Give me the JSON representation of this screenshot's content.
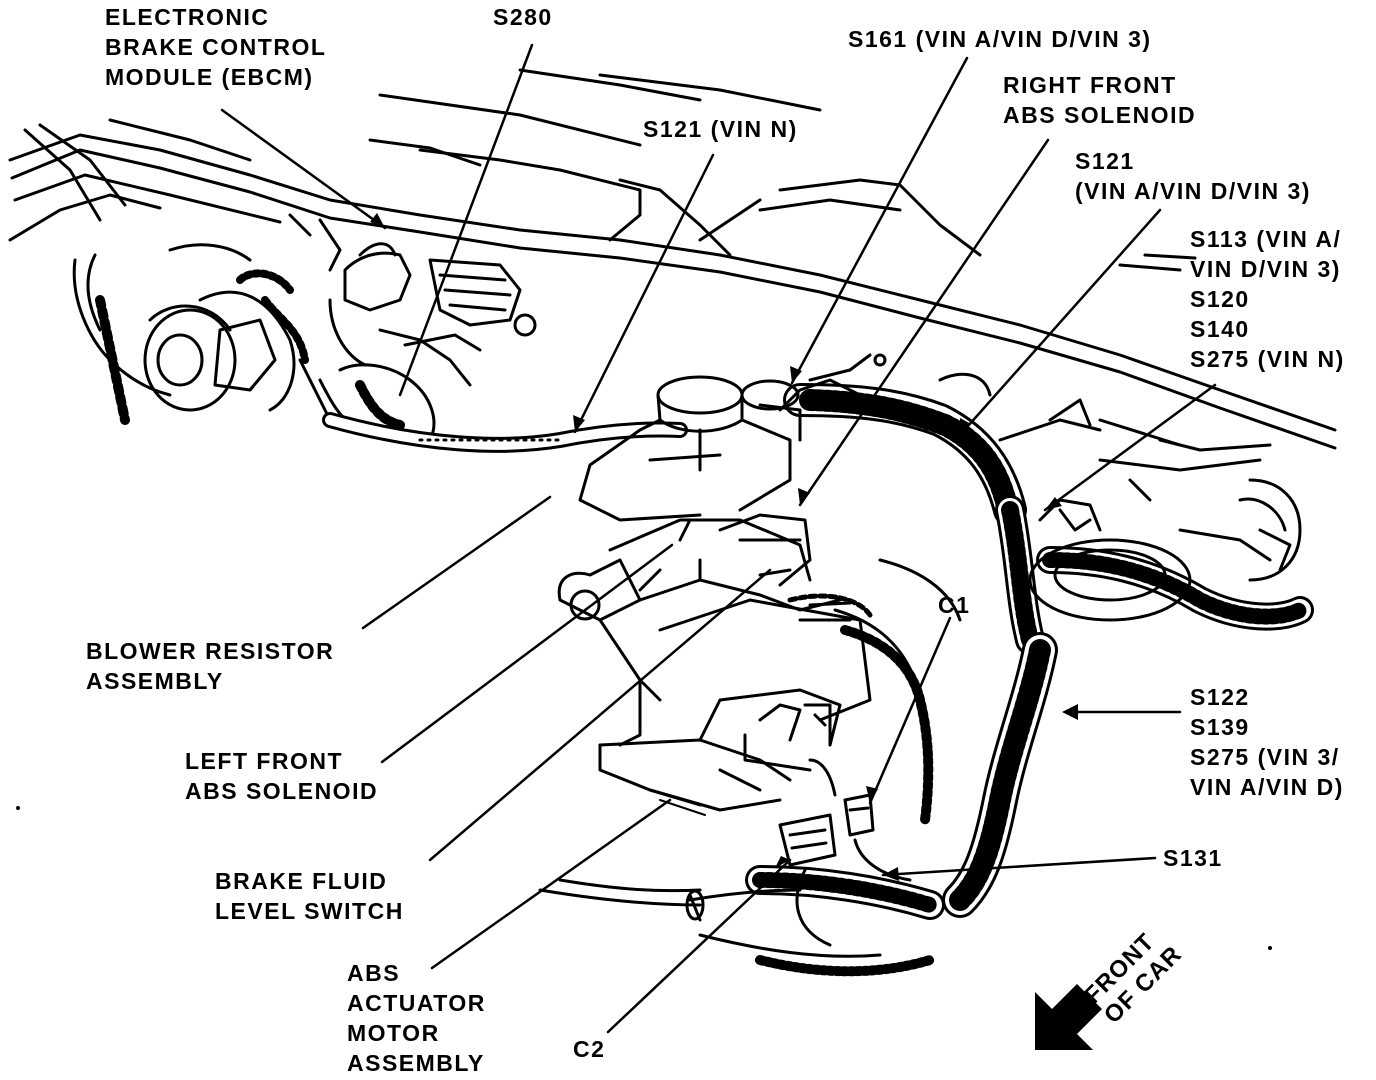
{
  "diagram": {
    "labels": {
      "ebcm": [
        "ELECTRONIC",
        "BRAKE CONTROL",
        "MODULE (EBCM)"
      ],
      "s280": [
        "S280"
      ],
      "s161": [
        "S161 (VIN A/VIN D/VIN 3)"
      ],
      "rf_abs": [
        "RIGHT FRONT",
        "ABS SOLENOID"
      ],
      "s121_vinn": [
        "S121 (VIN N)"
      ],
      "s121_vina": [
        "S121",
        "(VIN A/VIN D/VIN 3)"
      ],
      "s113": [
        "S113 (VIN A/",
        "VIN D/VIN 3)",
        "S120",
        "S140",
        "S275 (VIN N)"
      ],
      "blower": [
        "BLOWER RESISTOR",
        "ASSEMBLY"
      ],
      "lf_abs": [
        "LEFT FRONT",
        "ABS SOLENOID"
      ],
      "c1": [
        "C1"
      ],
      "s122": [
        "S122",
        "S139",
        "S275 (VIN 3/",
        "VIN A/VIN D)"
      ],
      "brake_fluid": [
        "BRAKE FLUID",
        "LEVEL SWITCH"
      ],
      "s131": [
        "S131"
      ],
      "abs_actuator": [
        "ABS",
        "ACTUATOR",
        "MOTOR",
        "ASSEMBLY"
      ],
      "c2": [
        "C2"
      ]
    },
    "front_indicator": [
      "FRONT",
      "OF CAR"
    ],
    "colors": {
      "ink": "#000000",
      "paper": "#ffffff"
    }
  }
}
